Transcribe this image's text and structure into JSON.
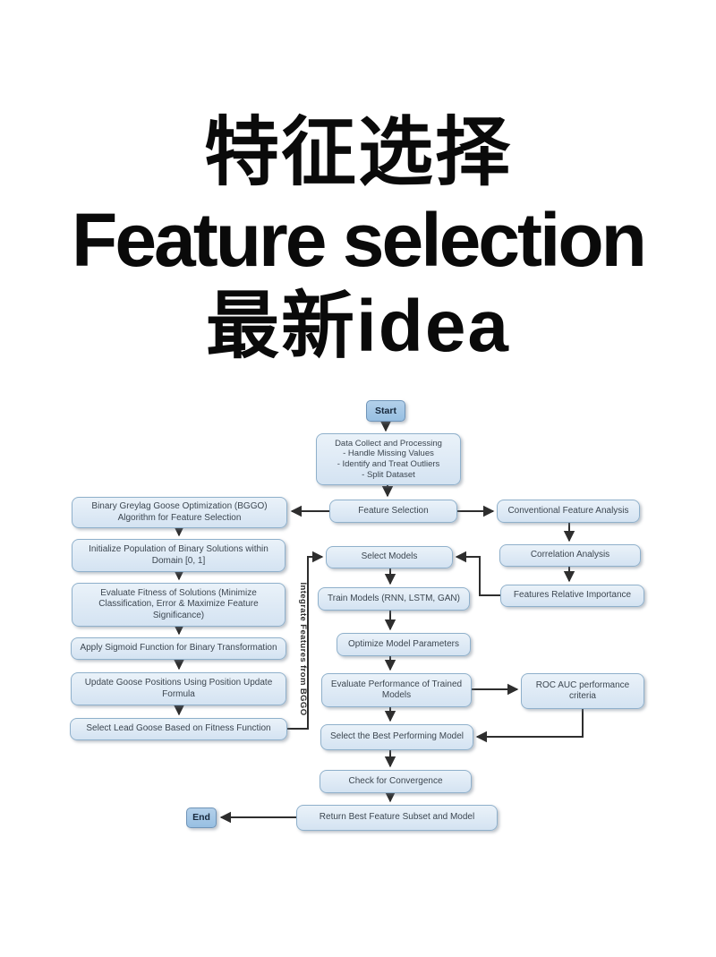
{
  "title": {
    "line1": "特征选择",
    "line2": "Feature selection",
    "line3": "最新idea"
  },
  "flowchart": {
    "vertical_label": "Integrate Features from BGGO",
    "colors": {
      "node_fill": "#d7e5f3",
      "node_border": "#8fb0cb",
      "terminal_fill": "#9fc4e4",
      "terminal_border": "#6f94b8",
      "arrow": "#2e2e2e",
      "text": "#3c4650"
    },
    "nodes": {
      "start": "Start",
      "data_collect": {
        "title": "Data Collect and Processing",
        "bullets": [
          "- Handle Missing Values",
          "- Identify and Treat Outliers",
          "- Split Dataset"
        ]
      },
      "feature_selection": "Feature Selection",
      "conventional": "Conventional Feature Analysis",
      "bggo": "Binary Greylag Goose Optimization (BGGO) Algorithm for Feature Selection",
      "initialize": "Initialize Population of Binary Solutions within Domain [0, 1]",
      "correlation": "Correlation Analysis",
      "select_models": "Select Models",
      "evaluate_fitness": "Evaluate Fitness of Solutions (Minimize Classification, Error & Maximize Feature Significance)",
      "features_importance": "Features Relative Importance",
      "train_models": "Train Models (RNN, LSTM, GAN)",
      "apply_sigmoid": "Apply Sigmoid Function for Binary Transformation",
      "optimize": "Optimize Model Parameters",
      "update_goose": "Update Goose Positions Using Position Update Formula",
      "evaluate_performance": "Evaluate Performance of Trained Models",
      "roc_auc": "ROC AUC performance criteria",
      "select_lead": "Select Lead Goose Based on Fitness Function",
      "select_best": "Select the Best Performing Model",
      "check_convergence": "Check for Convergence",
      "return_best": "Return Best Feature Subset and Model",
      "end": "End"
    }
  }
}
